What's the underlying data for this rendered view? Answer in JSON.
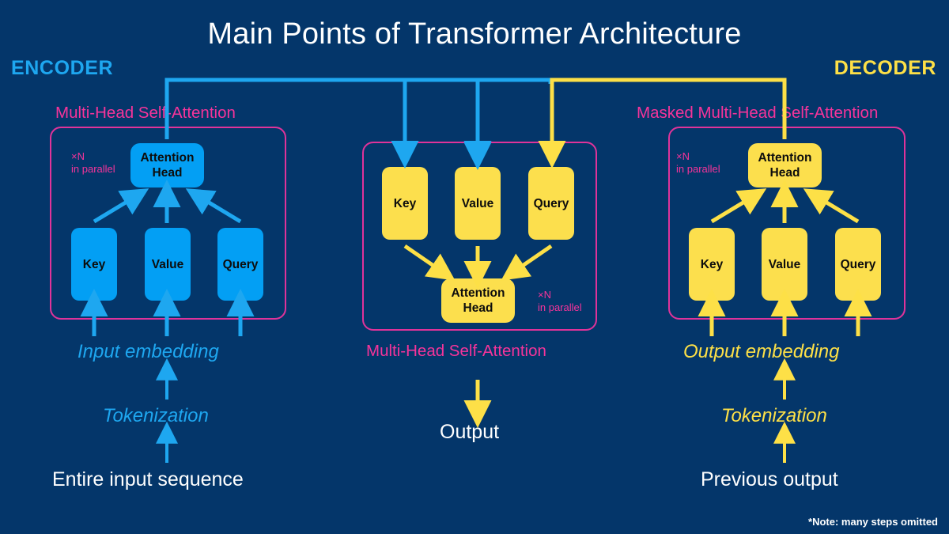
{
  "page": {
    "title": "Main Points of Transformer Architecture",
    "background_color": "#04366a",
    "note": "*Note: many steps omitted"
  },
  "colors": {
    "background": "#04366a",
    "encoder_blue": "#039ff4",
    "decoder_yellow": "#fcdf4d",
    "group_pink": "#e0339a",
    "label_pink": "#f6349a",
    "white": "#ffffff"
  },
  "side_labels": {
    "encoder": "ENCODER",
    "decoder": "DECODER"
  },
  "blocks": [
    {
      "id": "encoder",
      "group_label": "Multi-Head Self-Attention",
      "repeat_label_line1": "×N",
      "repeat_label_line2": "in parallel",
      "head": "Attention Head",
      "head_line1": "Attention",
      "head_line2": "Head",
      "inputs": [
        "Key",
        "Value",
        "Query"
      ],
      "embedding": "Input embedding",
      "tokenization": "Tokenization",
      "source": "Entire input sequence",
      "color": "#039ff4"
    },
    {
      "id": "cross-attention",
      "group_label": "Multi-Head Self-Attention",
      "repeat_label_line1": "×N",
      "repeat_label_line2": "in parallel",
      "head": "Attention Head",
      "head_line1": "Attention",
      "head_line2": "Head",
      "inputs": [
        "Key",
        "Value",
        "Query"
      ],
      "output": "Output",
      "color": "#fcdf4d"
    },
    {
      "id": "decoder",
      "group_label": "Masked Multi-Head Self-Attention",
      "repeat_label_line1": "×N",
      "repeat_label_line2": "in parallel",
      "head": "Attention Head",
      "head_line1": "Attention",
      "head_line2": "Head",
      "inputs": [
        "Key",
        "Value",
        "Query"
      ],
      "embedding": "Output embedding",
      "tokenization": "Tokenization",
      "source": "Previous output",
      "color": "#fcdf4d"
    }
  ]
}
